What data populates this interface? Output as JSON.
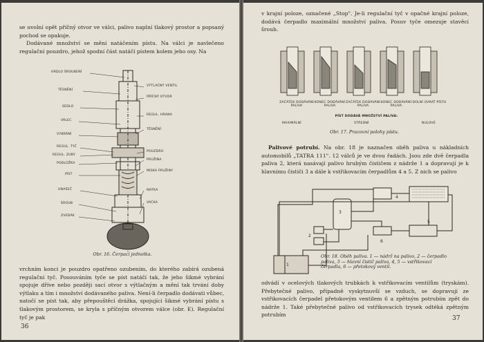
{
  "left_page": {
    "paragraph_top_1": "se uvolní opět příčný otvor ve válci, palivo naplní tlakový prostor a popsaný pochod se opakuje.",
    "paragraph_top_2": "Dodávané množství se mění natáčením pístu. Na válci je navlečeno regulační pouzdro, jehož spodní část natáčí pístem kolem jeho osy. Na",
    "figure_labels_left": [
      "HRDLO ŠROUBENÍ",
      "TĚSNĚNÍ",
      "SEDLO",
      "VÁLEC",
      "VYBRÁNÍ",
      "REGUL. TYČ",
      "REGUL. ZUBY",
      "PODLOŽKA",
      "PÍST",
      "UNAŠEČ",
      "ŠROUB",
      "ZVEDÁK"
    ],
    "figure_labels_right": [
      "VÝTLAČNÝ VENTIL",
      "PŘÍČNÝ OTVOR",
      "REGUL. HRANA",
      "TĚSNĚNÍ",
      "POUZDRO",
      "PRUŽINA",
      "MISKA PRUŽINY",
      "MATKA",
      "VAČKA"
    ],
    "figure_caption": "Obr. 16. Čerpací jednotka.",
    "paragraph_bottom": "vrchním konci je pouzdro opatřeno ozubením, do kterého zabírá ozubená regulační tyč. Posouváním tyče se píst natáčí tak, že jeho šikmé vybrání spojuje dříve nebo později sací otvor s výtlačným a mění tak trvání doby výtlaku a tím i množství dodávaného paliva. Není-li čerpadlo dodávati vůbec, natočí se píst tak, aby přepouštěcí drážka, spojující šikmé vybrání pístu s tlakovým prostorem, se kryla s příčným otvorem válce (obr. E). Regulační tyč je pak",
    "page_number": "36"
  },
  "right_page": {
    "paragraph_top": "v krajní poloze, označené „Stop\". Je-li regulační tyč v opačné krajní poloze, dodává čerpadlo maximální množství paliva. Posuv tyče omezuje stavěcí šroub.",
    "fig17_labels": {
      "start": "ZAČÁTEK DODÁVÁNÍ PALIVA",
      "end": "KONEC DODÁVÁNÍ PALIVA",
      "start2": "ZAČÁTEK DODÁVÁNÍ PALIVA",
      "end2": "KONEC DODÁVÁNÍ PALIVA",
      "bottom": "DOLNÍ ÚVRAŤ PÍSTU",
      "heading": "PÍST DODÁVÁ MNOŽSTVÍ PALIVA:",
      "max": "MAXIMÁLNÍ",
      "mid": "STŘEDNÍ",
      "zero": "NULOVÉ"
    },
    "fig17_caption": "Obr. 17. Pracovní polohy pístu.",
    "section_heading": "Palivové potrubí.",
    "paragraph_fuel": "Na obr. 18 je naznačen oběh paliva u nákladních automobilů „TATRA 111\". 12 válců je ve dvou řadách. Jsou zde dvě čerpadla paliva 2, která nasávají palivo hrubým čističem z nádrže 1 a dopravují je k hlavnímu čističi 3 a dále k vstřikovacím čerpadlům 4 a 5. Z nich se palivo",
    "fig18_numbers": [
      "1",
      "2",
      "3",
      "4",
      "5",
      "6"
    ],
    "fig18_caption": "Obr. 18. Oběh paliva. 1 — nádrž na palivo, 2 — čerpadlo paliva, 3 — hlavní čistič paliva, 4, 5 — vstřikovací čerpadla, 6 — přetokový ventil.",
    "paragraph_bottom": "odvádí v ocelových tlakových trubkách k vstřikovacím ventilům (tryskám). Přebytečné palivo, případně vyskytnuvší se vzduch, se dopravují ze vstřikovacích čerpadel přetokovým ventilem 6 a zpětným potrubím zpět do nádrže 1. Také přebytečné palivo od vstřikovacích trysek odtéká zpětným potrubím",
    "page_number": "37"
  }
}
